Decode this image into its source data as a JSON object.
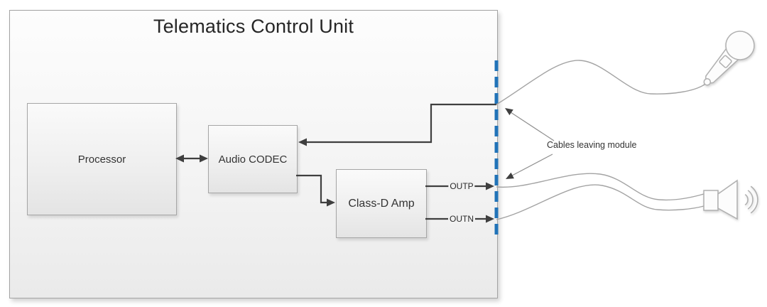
{
  "diagram": {
    "title": "Telematics Control Unit",
    "blocks": {
      "processor": "Processor",
      "audio_codec": "Audio CODEC",
      "class_d_amp": "Class-D Amp"
    },
    "signals": {
      "outp": "OUTP",
      "outn": "OUTN"
    },
    "annotation": "Cables leaving module",
    "icons": {
      "microphone": "microphone-icon",
      "speaker": "speaker-icon"
    },
    "colors": {
      "module_boundary": "#2173b8",
      "wire": "#3f3f3f",
      "box_border": "#a6a6a6",
      "cable": "#a3a3a3"
    }
  }
}
